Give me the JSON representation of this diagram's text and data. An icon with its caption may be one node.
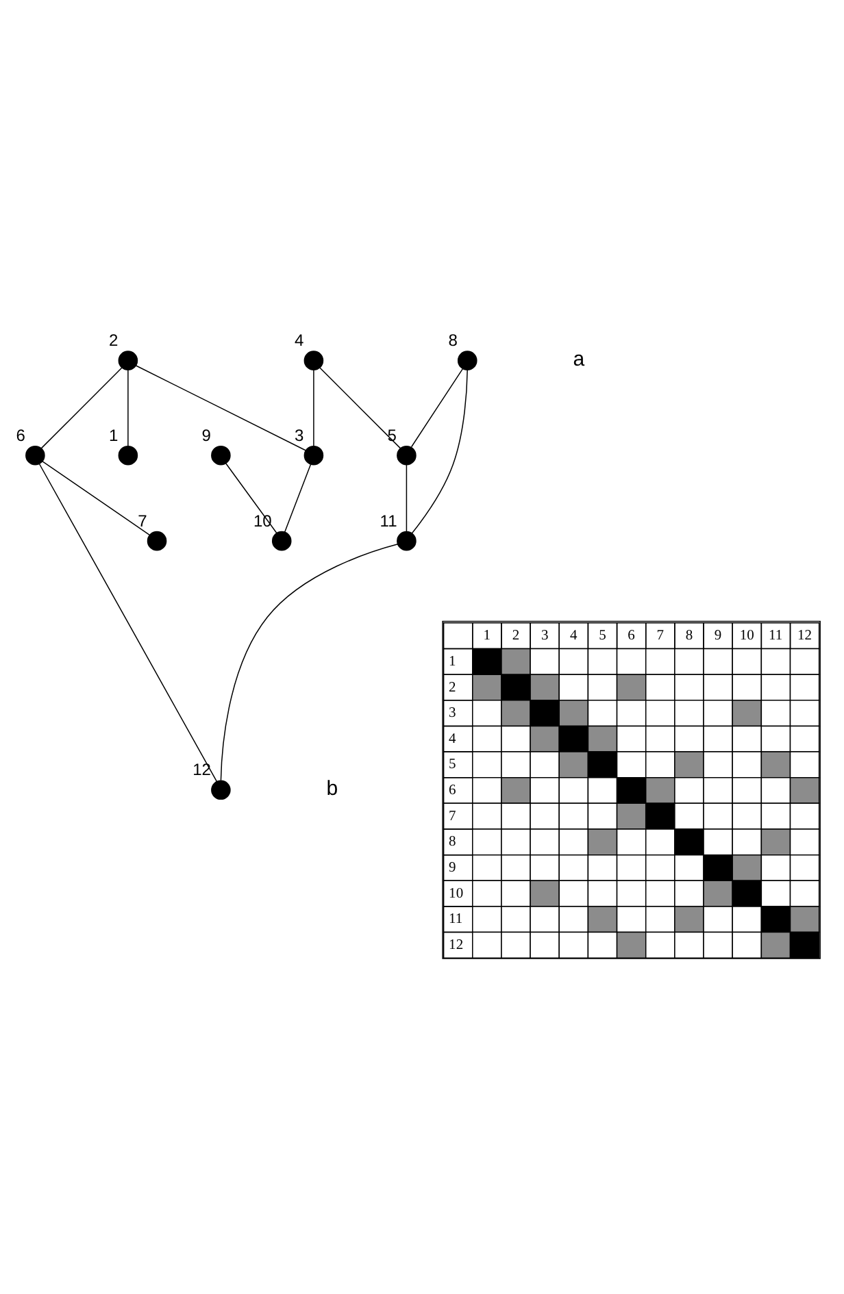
{
  "diagram": {
    "nodes": [
      {
        "text": [],
        "shape": "circle",
        "beside": [
          "1"
        ]
      },
      {
        "text": [],
        "shape": "circle",
        "beside": [
          "2"
        ]
      },
      {
        "text": [],
        "shape": "circle",
        "beside": [
          "3"
        ]
      },
      {
        "text": [],
        "shape": "circle",
        "beside": [
          "4"
        ]
      },
      {
        "text": [],
        "shape": "circle",
        "beside": [
          "5"
        ]
      },
      {
        "text": [],
        "shape": "circle",
        "beside": [
          "6"
        ]
      },
      {
        "text": [],
        "shape": "circle",
        "beside": [
          "7"
        ]
      },
      {
        "text": [],
        "shape": "circle",
        "beside": [
          "8"
        ]
      },
      {
        "text": [],
        "shape": "circle",
        "beside": [
          "9"
        ]
      },
      {
        "text": [],
        "shape": "circle",
        "beside": [
          "10"
        ]
      },
      {
        "text": [],
        "shape": "circle",
        "beside": [
          "11"
        ]
      },
      {
        "text": [],
        "shape": "circle",
        "beside": [
          "12"
        ]
      }
    ],
    "edges": [
      {
        "from": 1,
        "to": 0,
        "arrow": "none"
      },
      {
        "from": 1,
        "to": 2,
        "arrow": "none"
      },
      {
        "from": 1,
        "to": 5,
        "arrow": "none"
      },
      {
        "from": 3,
        "to": 2,
        "arrow": "none"
      },
      {
        "from": 3,
        "to": 4,
        "arrow": "none"
      },
      {
        "from": 2,
        "to": 9,
        "arrow": "none"
      },
      {
        "from": 5,
        "to": 6,
        "arrow": "none"
      },
      {
        "from": 5,
        "to": 11,
        "arrow": "none"
      },
      {
        "from": 7,
        "to": 4,
        "arrow": "none"
      },
      {
        "from": 7,
        "to": 10,
        "arrow": "none"
      },
      {
        "from": 8,
        "to": 9,
        "arrow": "none"
      },
      {
        "from": 4,
        "to": 10,
        "arrow": "none"
      },
      {
        "from": 10,
        "to": 11,
        "arrow": "none"
      }
    ],
    "labels": [
      "a",
      "b",
      "1",
      "2",
      "3",
      "4",
      "5",
      "6",
      "7",
      "8",
      "9",
      "10",
      "11",
      "12",
      "1",
      "2",
      "3",
      "4",
      "5",
      "6",
      "7",
      "8",
      "9",
      "10",
      "11",
      "12"
    ]
  }
}
